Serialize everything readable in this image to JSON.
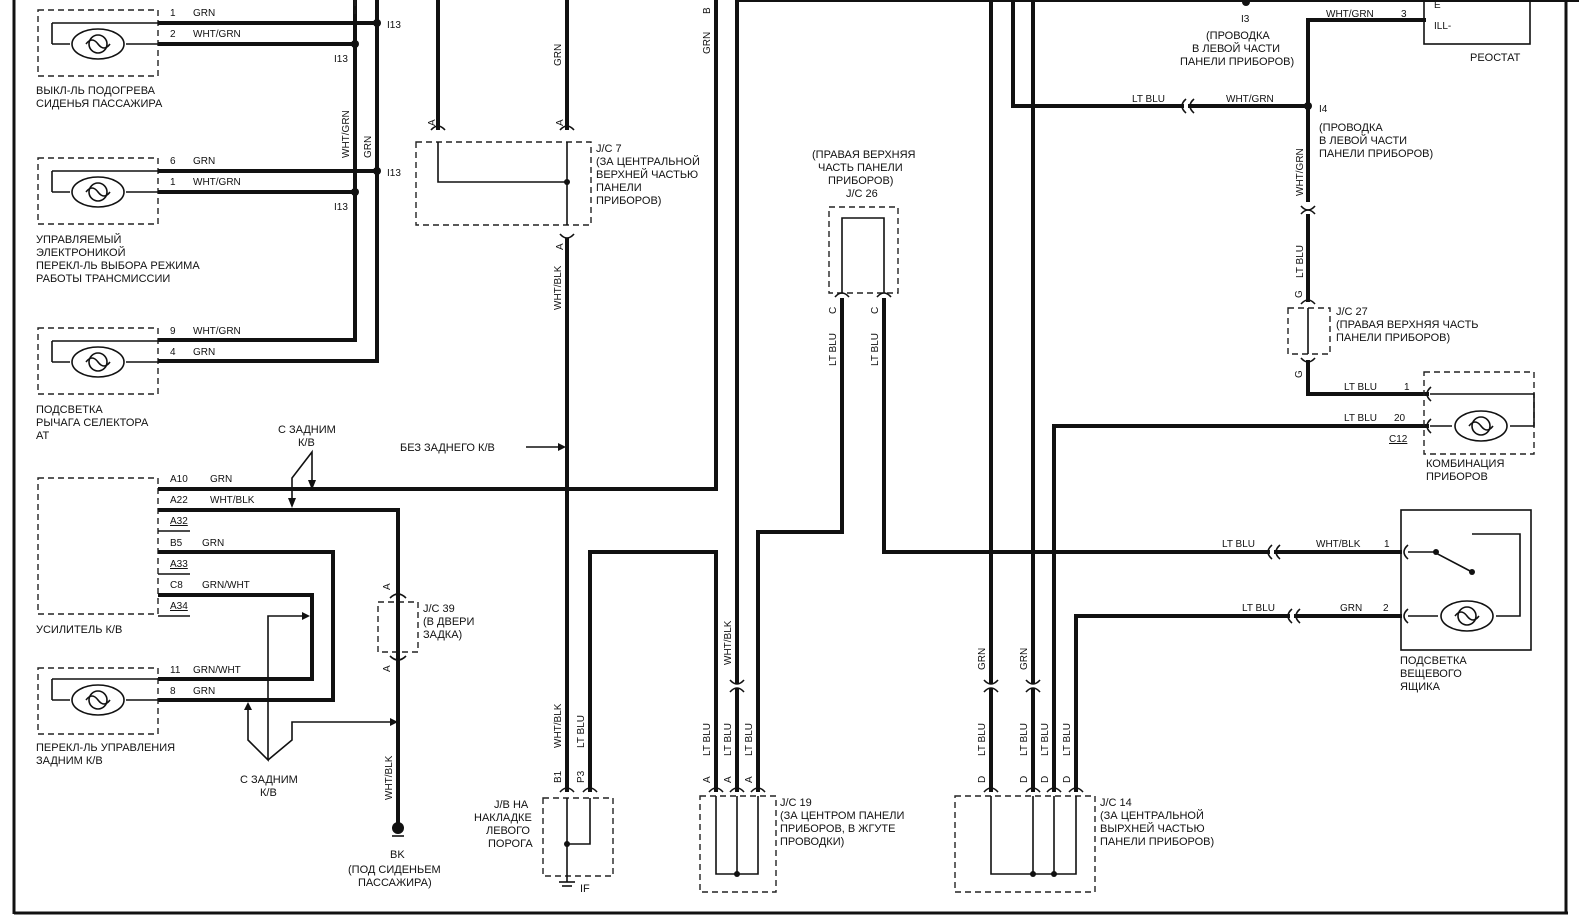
{
  "components": {
    "heater_switch": [
      "ВЫКЛ-ЛЬ ПОДОГРЕВА",
      "СИДЕНЬЯ ПАССАЖИРА"
    ],
    "trans_mode_switch": [
      "УПРАВЛЯЕМЫЙ",
      "ЭЛЕКТРОНИКОЙ",
      "ПЕРЕКЛ-ЛЬ ВЫБОРА РЕЖИМА",
      "РАБОТЫ ТРАНСМИССИИ"
    ],
    "selector_light": [
      "ПОДСВЕТКА",
      "РЫЧАГА СЕЛЕКТОРА",
      "AT"
    ],
    "ac_amplifier": "УСИЛИТЕЛЬ К/В",
    "rear_ac_switch": [
      "ПЕРЕКЛ-ЛЬ УПРАВЛЕНИЯ",
      "ЗАДНИМ К/В"
    ],
    "rheostat": "РЕОСТАТ",
    "combination_meter": [
      "КОМБИНАЦИЯ",
      "ПРИБОРОВ"
    ],
    "glovebox_light": [
      "ПОДСВЕТКА",
      "ВЕЩЕВОГО",
      "ЯЩИКА"
    ]
  },
  "connectors": {
    "jc7": [
      "J/C 7",
      "(ЗА ЦЕНТРАЛЬНОЙ",
      "ВЕРХНЕЙ ЧАСТЬЮ",
      "ПАНЕЛИ",
      "ПРИБОРОВ)"
    ],
    "jc26": [
      "(ПРАВАЯ ВЕРХНЯЯ",
      "ЧАСТЬ ПАНЕЛИ",
      "ПРИБОРОВ)",
      "J/C 26"
    ],
    "jc27": [
      "J/C 27",
      "(ПРАВАЯ ВЕРХНЯЯ ЧАСТЬ",
      "ПАНЕЛИ ПРИБОРОВ)"
    ],
    "jc39": [
      "J/C 39",
      "(В ДВЕРИ",
      "ЗАДКА)"
    ],
    "jb": [
      "J/B НА",
      "НАКЛАДКЕ",
      "ЛЕВОГО",
      "ПОРОГА"
    ],
    "jc19": [
      "J/C 19",
      "(ЗА ЦЕНТРОМ ПАНЕЛИ",
      "ПРИБОРОВ, В ЖГУТЕ",
      "ПРОВОДКИ)"
    ],
    "jc14": [
      "J/C 14",
      "(ЗА ЦЕНТРАЛЬНОЙ",
      "ВЫРХНЕЙ ЧАСТЬЮ",
      "ПАНЕЛИ ПРИБОРОВ)"
    ],
    "i3": [
      "I3",
      "(ПРОВОДКА",
      "В ЛЕВОЙ ЧАСТИ",
      "ПАНЕЛИ ПРИБОРОВ)"
    ],
    "i4": [
      "I4",
      "(ПРОВОДКА",
      "В ЛЕВОЙ ЧАСТИ",
      "ПАНЕЛИ ПРИБОРОВ)"
    ],
    "ground": [
      "BK",
      "(ПОД СИДЕНЬЕМ",
      "ПАССАЖИРА)"
    ],
    "ground_if": "IF",
    "c12": "C12",
    "i13": "I13"
  },
  "notes": {
    "with_rear_ac_top": [
      "С ЗАДНИМ",
      "К/В"
    ],
    "without_rear_ac": "БЕЗ ЗАДНЕГО К/В",
    "with_rear_ac_bottom": [
      "С ЗАДНИМ",
      "К/В"
    ]
  },
  "wires": {
    "grn": "GRN",
    "wht_grn": "WHT/GRN",
    "wht_blk": "WHT/BLK",
    "grn_wht": "GRN/WHT",
    "lt_blu": "LT BLU"
  },
  "pins": {
    "p1": "1",
    "p2": "2",
    "p3": "3",
    "p4": "4",
    "p6": "6",
    "p8": "8",
    "p9": "9",
    "p11": "11",
    "p20": "20",
    "a10": "A10",
    "a22": "A22",
    "a32": "A32",
    "b5": "B5",
    "a33": "A33",
    "c8": "C8",
    "a34": "A34",
    "a": "A",
    "b": "B",
    "c": "C",
    "d": "D",
    "e": "E",
    "g": "G",
    "b1": "B1",
    "pp3": "P3",
    "ill": "ILL-"
  }
}
